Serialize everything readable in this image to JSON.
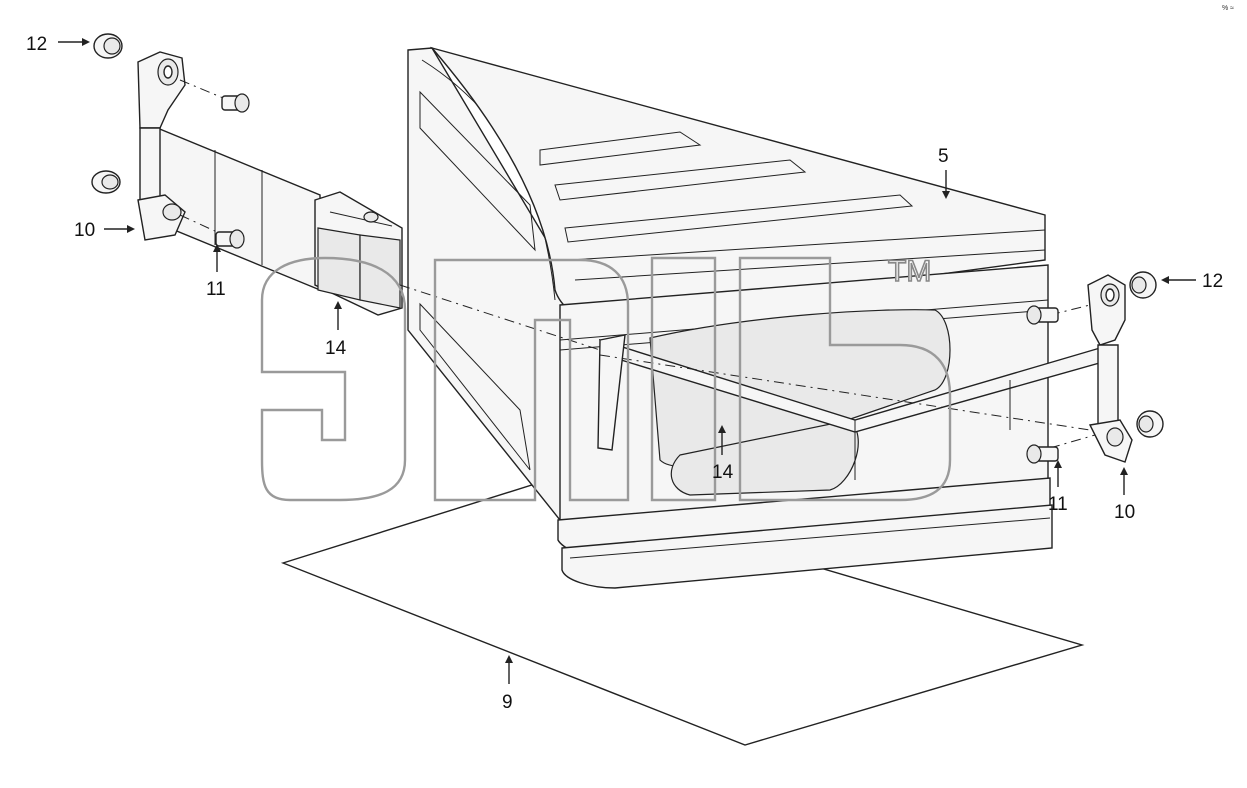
{
  "corner_mark": "% ≈",
  "watermark": {
    "trademark": "TM"
  },
  "callouts": {
    "c12_left": "12",
    "c10_left": "10",
    "c11_left": "11",
    "c14_left": "14",
    "c5": "5",
    "c12_right": "12",
    "c14_center": "14",
    "c11_right": "11",
    "c10_right": "10",
    "c9": "9"
  }
}
